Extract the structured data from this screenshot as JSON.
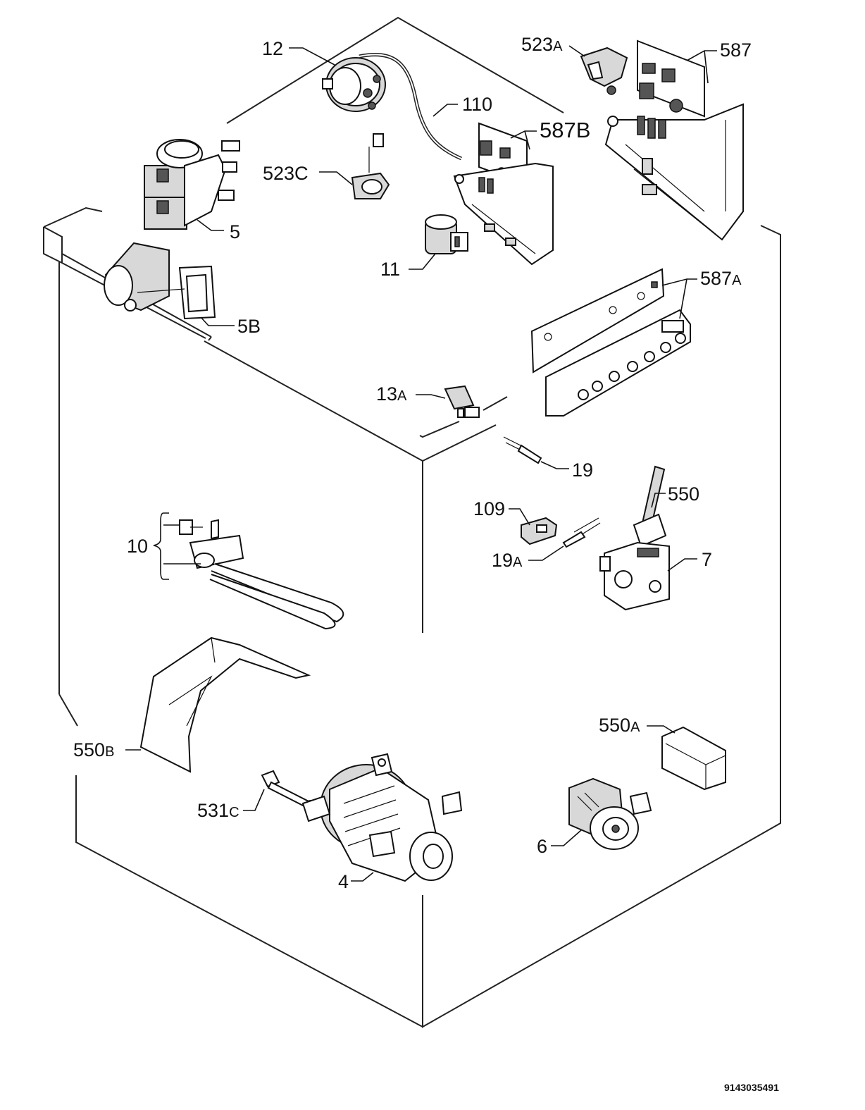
{
  "document_number": "9143035491",
  "callouts": [
    {
      "id": "12",
      "num": "12",
      "suffix": ""
    },
    {
      "id": "110",
      "num": "110",
      "suffix": ""
    },
    {
      "id": "523a",
      "num": "523",
      "suffix": "A"
    },
    {
      "id": "587",
      "num": "587",
      "suffix": ""
    },
    {
      "id": "587b",
      "num": "587B",
      "suffix": ""
    },
    {
      "id": "523c",
      "num": "523C",
      "suffix": ""
    },
    {
      "id": "5",
      "num": "5",
      "suffix": ""
    },
    {
      "id": "11",
      "num": "11",
      "suffix": ""
    },
    {
      "id": "5b",
      "num": "5B",
      "suffix": ""
    },
    {
      "id": "587a",
      "num": "587",
      "suffix": "A"
    },
    {
      "id": "13a",
      "num": "13",
      "suffix": "A"
    },
    {
      "id": "19",
      "num": "19",
      "suffix": ""
    },
    {
      "id": "550",
      "num": "550",
      "suffix": ""
    },
    {
      "id": "109",
      "num": "109",
      "suffix": ""
    },
    {
      "id": "10",
      "num": "10",
      "suffix": ""
    },
    {
      "id": "19a",
      "num": "19",
      "suffix": "A"
    },
    {
      "id": "7",
      "num": "7",
      "suffix": ""
    },
    {
      "id": "550a",
      "num": "550",
      "suffix": "A"
    },
    {
      "id": "550b",
      "num": "550",
      "suffix": "B"
    },
    {
      "id": "531c",
      "num": "531",
      "suffix": "C"
    },
    {
      "id": "6",
      "num": "6",
      "suffix": ""
    },
    {
      "id": "4",
      "num": "4",
      "suffix": ""
    }
  ]
}
